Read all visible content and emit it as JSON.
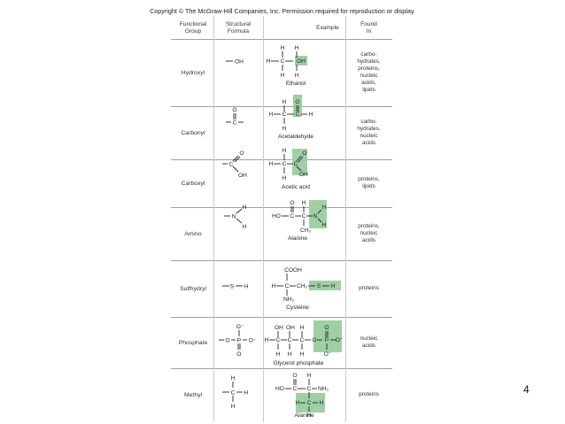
{
  "copyright": "Copyright © The McGraw-Hill Companies, Inc. Permission required for reproduction or display.",
  "headers": {
    "group": [
      "Functional",
      "Group"
    ],
    "formula": [
      "Structural",
      "Formula"
    ],
    "example": "Example",
    "found": [
      "Found",
      "In"
    ]
  },
  "rows": [
    {
      "group": "Hydroxyl",
      "example": "Ethanol",
      "found": [
        "carbo-",
        "hydrates,",
        "proteins,",
        "nucleic",
        "acids,",
        "lipids"
      ]
    },
    {
      "group": "Carbonyl",
      "example": "Acetaldehyde",
      "found": [
        "carbo-",
        "hydrates,",
        "nucleic",
        "acids"
      ]
    },
    {
      "group": "Carboxyl",
      "example": "Acetic acid",
      "found": [
        "proteins,",
        "lipids"
      ]
    },
    {
      "group": "Amino",
      "example": "Alanine",
      "found": [
        "proteins,",
        "nucleic",
        "acids"
      ]
    },
    {
      "group": "Sulfhydryl",
      "example": "Cysteine",
      "found": [
        "proteins"
      ]
    },
    {
      "group": "Phosphate",
      "example": "Glycerol phosphate",
      "found": [
        "nucleic",
        "acids"
      ]
    },
    {
      "group": "Methyl",
      "example": "Alanine",
      "found": [
        "proteins"
      ]
    }
  ],
  "formula_text": {
    "hydroxyl": "OH",
    "carbonyl_o": "O",
    "carbonyl_c": "C",
    "carboxyl_o": "O",
    "carboxyl_c": "C",
    "carboxyl_oh": "OH",
    "amino_n": "N",
    "amino_h": "H",
    "sulfhydryl": "S",
    "sulfhydryl_h": "H",
    "phosphate_o": "O",
    "phosphate_o_minus": "O⁻",
    "phosphate_p": "P",
    "methyl_c": "C",
    "methyl_h": "H"
  },
  "atoms": {
    "H": "H",
    "C": "C",
    "O": "O",
    "OH": "OH",
    "N": "N",
    "S": "S",
    "P": "P",
    "HO": "HO",
    "CH3": "CH₃",
    "CH2": "CH₂",
    "NH2": "NH₂",
    "COOH": "COOH",
    "Ominus": "O⁻"
  },
  "accent_color": "#9fcfa4",
  "page_number": "4"
}
